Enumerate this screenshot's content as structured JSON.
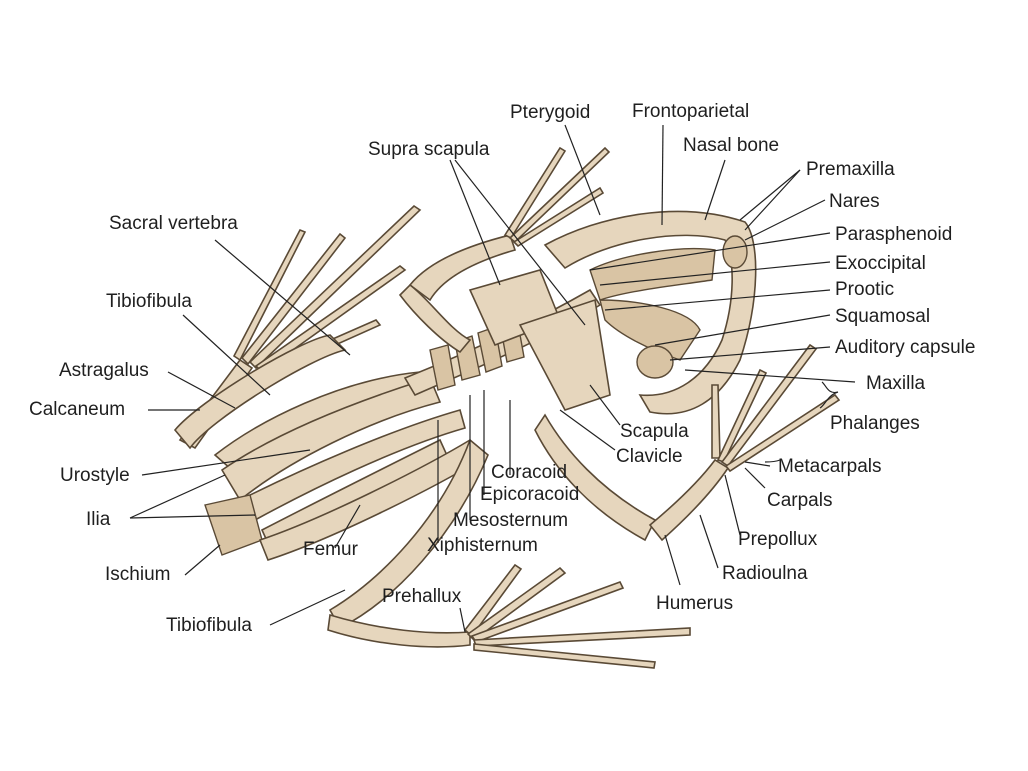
{
  "labels": {
    "pterygoid": "Pterygoid",
    "frontoparietal": "Frontoparietal",
    "supra_scapula": "Supra scapula",
    "nasal_bone": "Nasal bone",
    "premaxilla": "Premaxilla",
    "nares": "Nares",
    "sacral_vertebra": "Sacral vertebra",
    "parasphenoid": "Parasphenoid",
    "exoccipital": "Exoccipital",
    "tibiofibula_upper": "Tibiofibula",
    "prootic": "Prootic",
    "squamosal": "Squamosal",
    "auditory_capsule": "Auditory capsule",
    "astragalus": "Astragalus",
    "maxilla": "Maxilla",
    "calcaneum": "Calcaneum",
    "phalanges": "Phalanges",
    "scapula": "Scapula",
    "clavicle": "Clavicle",
    "metacarpals": "Metacarpals",
    "urostyle": "Urostyle",
    "coracoid": "Coracoid",
    "epicoracoid": "Epicoracoid",
    "carpals": "Carpals",
    "ilia": "Ilia",
    "mesosternum": "Mesosternum",
    "prepollux": "Prepollux",
    "femur": "Femur",
    "xiphisternum": "Xiphisternum",
    "ischium": "Ischium",
    "radioulna": "Radioulna",
    "humerus": "Humerus",
    "prehallux": "Prehallux",
    "tibiofibula_lower": "Tibiofibula"
  }
}
